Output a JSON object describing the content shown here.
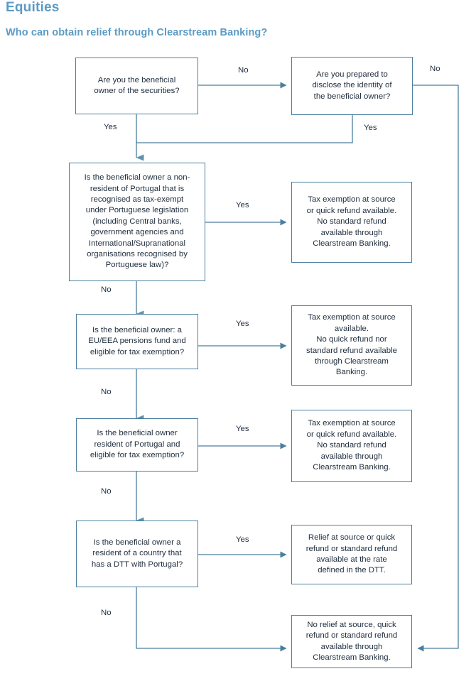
{
  "header": {
    "title": "Equities",
    "subtitle": "Who can obtain relief through Clearstream Banking?",
    "accent_color": "#5b9bc4"
  },
  "theme": {
    "line_color": "#4a7f9e",
    "box_border_color": "#4a7f9e",
    "box_fill": "#ffffff",
    "text_color": "#1f2d3d"
  },
  "flowchart": {
    "type": "decision-flowchart",
    "nodes": [
      {
        "id": "q-beneficial-owner",
        "kind": "decision",
        "text": "Are you the beneficial\nowner of the securities?"
      },
      {
        "id": "q-disclose-identity",
        "kind": "decision",
        "text": "Are you prepared to\ndisclose the identity of\nthe beneficial owner?"
      },
      {
        "id": "q-non-resident-tax-exempt",
        "kind": "decision",
        "text": "Is the beneficial owner a non-\nresident of Portugal that is\nrecognised as tax-exempt\nunder Portuguese legislation\n(including Central banks,\ngovernment agencies and\nInternational/Supranational\norganisations recognised by\nPortuguese law)?"
      },
      {
        "id": "q-eu-eea-pension-fund",
        "kind": "decision",
        "text": "Is the beneficial owner: a\nEU/EEA pensions fund and\neligible for tax exemption?"
      },
      {
        "id": "q-resident-portugal",
        "kind": "decision",
        "text": "Is the beneficial owner\nresident of Portugal and\neligible for tax exemption?"
      },
      {
        "id": "q-dtt-country",
        "kind": "decision",
        "text": "Is the beneficial owner a\nresident of a country that\nhas a DTT with Portugal?"
      },
      {
        "id": "out-exemption-or-quick-1",
        "kind": "outcome",
        "text": "Tax exemption at source\nor quick refund available.\nNo standard refund\navailable through\nClearstream Banking."
      },
      {
        "id": "out-exemption-only",
        "kind": "outcome",
        "text": "Tax exemption at source\navailable.\nNo quick refund nor\nstandard refund available\nthrough Clearstream\nBanking."
      },
      {
        "id": "out-exemption-or-quick-2",
        "kind": "outcome",
        "text": "Tax exemption at source\nor quick refund available.\nNo standard refund\navailable through\nClearstream Banking."
      },
      {
        "id": "out-dtt-rate",
        "kind": "outcome",
        "text": "Relief at source or quick\nrefund or standard refund\navailable at the rate\ndefined in the DTT."
      },
      {
        "id": "out-no-relief",
        "kind": "outcome",
        "text": "No relief at source, quick\nrefund or standard refund\navailable through\nClearstream Banking."
      }
    ],
    "edge_labels": {
      "top_no": "No",
      "top_right_no": "No",
      "owner_yes": "Yes",
      "disclose_yes": "Yes",
      "nonres_yes": "Yes",
      "nonres_no": "No",
      "pension_yes": "Yes",
      "pension_no": "No",
      "resident_yes": "Yes",
      "resident_no": "No",
      "dtt_yes": "Yes",
      "dtt_no": "No"
    }
  }
}
